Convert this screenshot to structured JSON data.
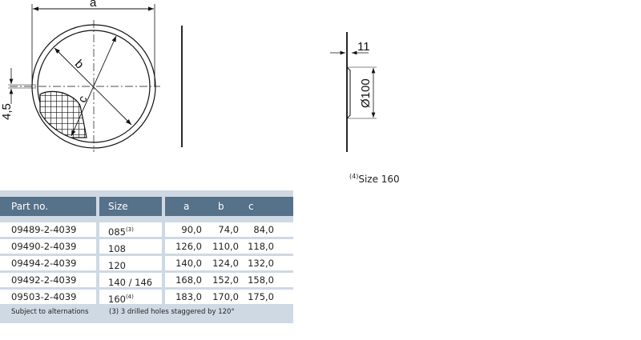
{
  "drawing": {
    "dim_a": "a",
    "dim_b": "b",
    "dim_c": "c",
    "dim_hole": "4,5",
    "dim_depth": "11",
    "dim_diameter": "Ø100"
  },
  "note": {
    "sup": "(4)",
    "text": "Size 160"
  },
  "table": {
    "headers": {
      "part": "Part no.",
      "size": "Size",
      "a": "a",
      "b": "b",
      "c": "c"
    },
    "rows": [
      {
        "part": "09489-2-4039",
        "size": "085",
        "sup": "(3)",
        "a": "90,0",
        "b": "74,0",
        "c": "84,0"
      },
      {
        "part": "09490-2-4039",
        "size": "108",
        "sup": "",
        "a": "126,0",
        "b": "110,0",
        "c": "118,0"
      },
      {
        "part": "09494-2-4039",
        "size": "120",
        "sup": "",
        "a": "140,0",
        "b": "124,0",
        "c": "132,0"
      },
      {
        "part": "09492-2-4039",
        "size": "140 / 146",
        "sup": "",
        "a": "168,0",
        "b": "152,0",
        "c": "158,0"
      },
      {
        "part": "09503-2-4039",
        "size": "160",
        "sup": "(4)",
        "a": "183,0",
        "b": "170,0",
        "c": "175,0"
      }
    ],
    "footer": {
      "left": "Subject to alternations",
      "right": "(3) 3 drilled holes staggered by 120°"
    }
  },
  "colors": {
    "header": "#56718a",
    "table_bg": "#cfd9e4"
  }
}
